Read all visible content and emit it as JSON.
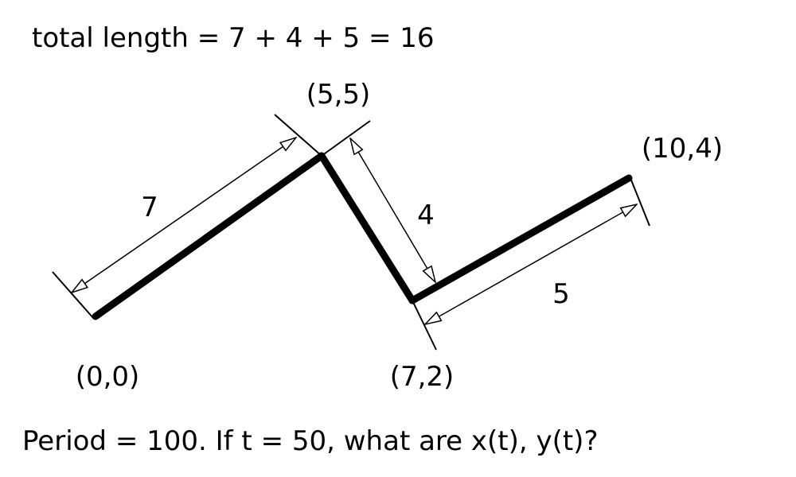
{
  "heading": "total length = 7 + 4 + 5 = 16",
  "question": "Period = 100.   If t = 50, what are x(t), y(t)?",
  "points": [
    {
      "label": "(0,0)"
    },
    {
      "label": "(5,5)"
    },
    {
      "label": "(7,2)"
    },
    {
      "label": "(10,4)"
    }
  ],
  "segments": [
    {
      "length_label": "7"
    },
    {
      "length_label": "4"
    },
    {
      "length_label": "5"
    }
  ],
  "colors": {
    "ink": "#000000",
    "background": "#ffffff"
  }
}
